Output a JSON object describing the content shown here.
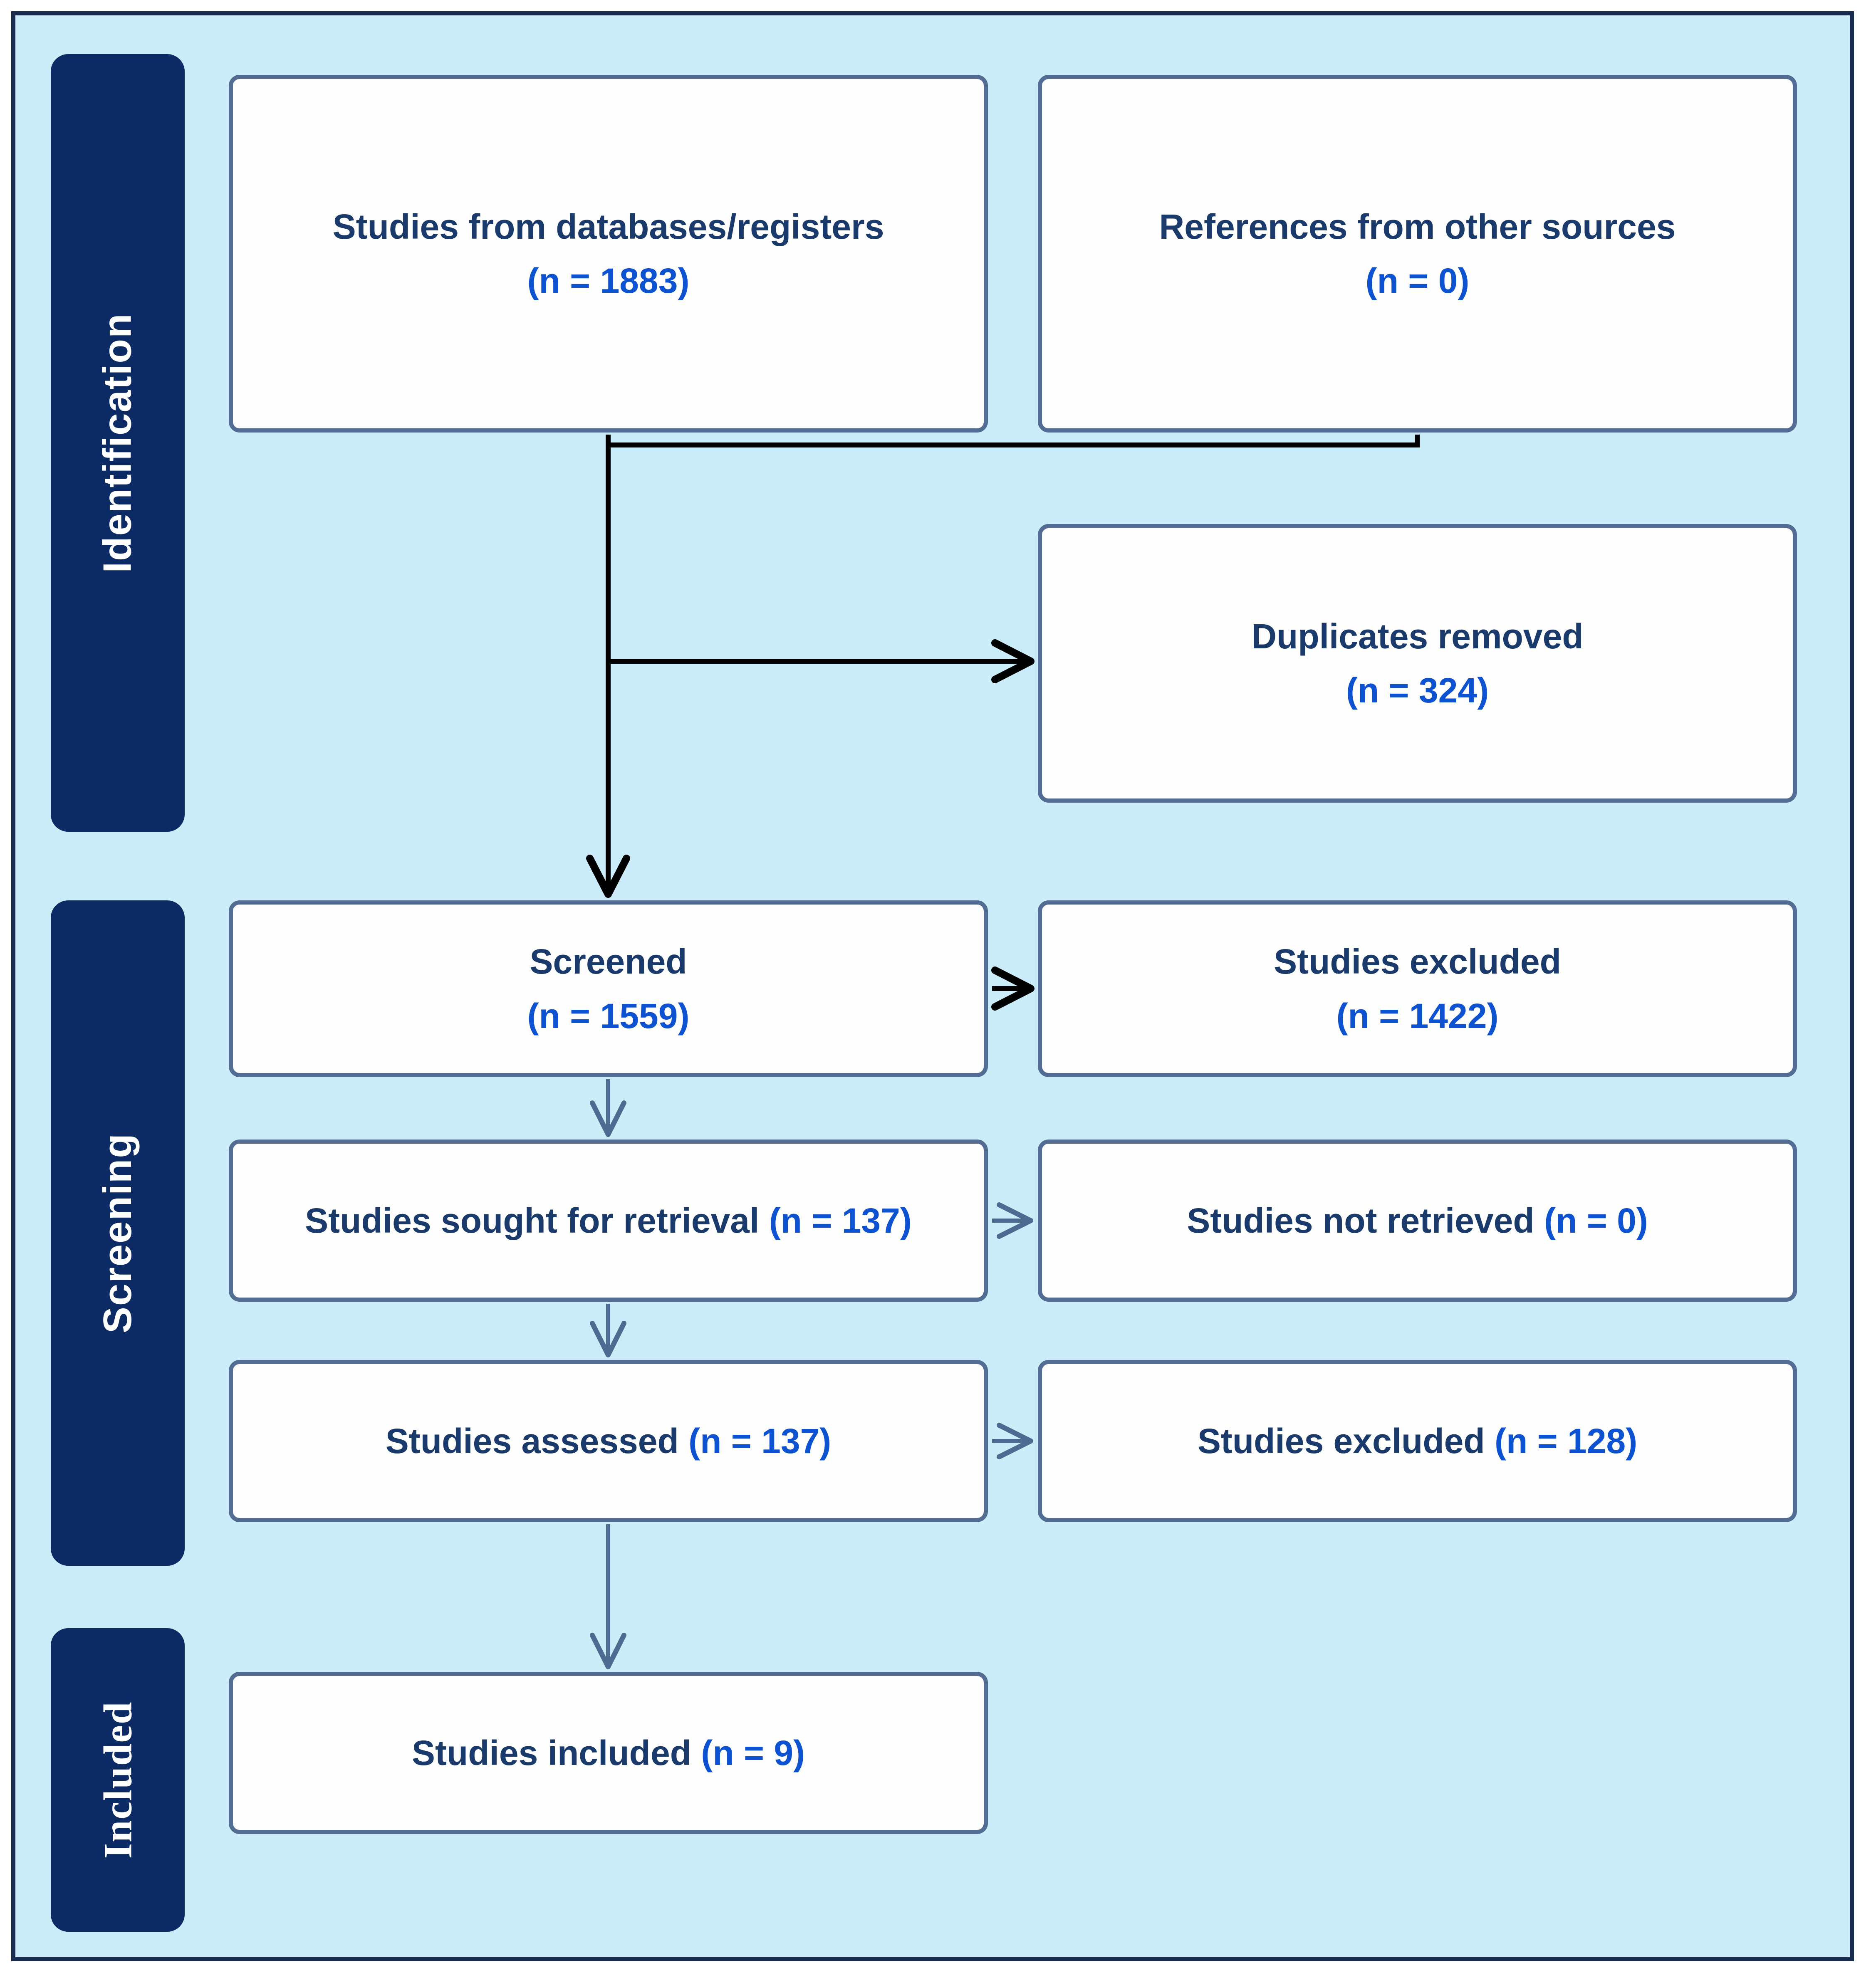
{
  "sidebar": {
    "identification": "Identification",
    "screening": "Screening",
    "included": "Included"
  },
  "boxes": {
    "databases": {
      "label": "Studies from databases/registers",
      "n": "(n = 1883)"
    },
    "other_sources": {
      "label": "References from other sources",
      "n": "(n = 0)"
    },
    "duplicates": {
      "label": "Duplicates removed",
      "n": "(n = 324)"
    },
    "screened": {
      "label": "Screened",
      "n": "(n = 1559)"
    },
    "excluded_screening": {
      "label": "Studies excluded",
      "n": "(n = 1422)"
    },
    "sought": {
      "label": "Studies sought for retrieval",
      "n": "(n = 137)"
    },
    "not_retrieved": {
      "label": "Studies not retrieved",
      "n": "(n = 0)"
    },
    "assessed": {
      "label": "Studies assessed",
      "n": "(n = 137)"
    },
    "excluded_assessment": {
      "label": "Studies excluded",
      "n": "(n = 128)"
    },
    "included_studies": {
      "label": "Studies included",
      "n": "(n = 9)"
    }
  },
  "colors": {
    "background": "#cbedfa",
    "outer_border": "#1a2b50",
    "sidebar_navy": "#0c2a63",
    "border_slate": "#526c93",
    "box_fill": "#fefefe",
    "text_navy": "#1a3a6b",
    "number_blue": "#0d52d1",
    "connector_black": "#000000",
    "connector_slate": "#4e6a90"
  }
}
